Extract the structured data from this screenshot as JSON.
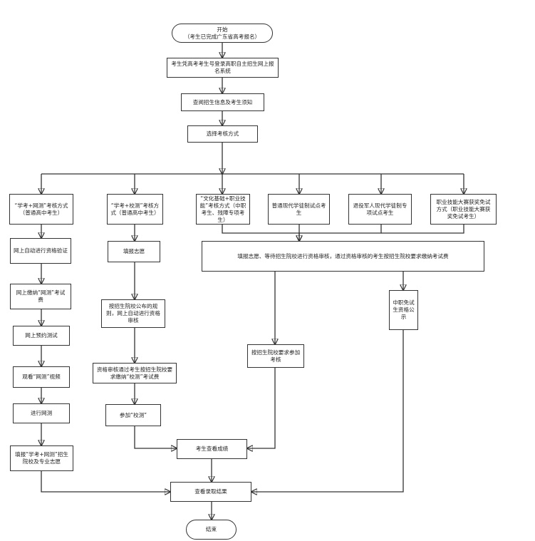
{
  "nodes": [
    {
      "id": "start",
      "label": "开始\n（考生已完成广东省高考报名）"
    },
    {
      "id": "login",
      "label": "考生凭高考考生号登录高职自主招生网上报名系统"
    },
    {
      "id": "info",
      "label": "查阅招生信息及考生须知"
    },
    {
      "id": "choose",
      "label": "选择考核方式"
    },
    {
      "id": "a1",
      "label": "“学考+网测”考核方式（普通高中考生）"
    },
    {
      "id": "b1",
      "label": "“学考+校测”考核方式（普通高中考生）"
    },
    {
      "id": "c1",
      "label": "“文化基础+职业技能”考核方式（中职考生、残障专项考生）"
    },
    {
      "id": "d1",
      "label": "普通现代学徒制试点考生"
    },
    {
      "id": "e1",
      "label": "退役军人现代学徒制专项试点考生"
    },
    {
      "id": "f1",
      "label": "职业技能大赛获奖免试方式（职业技能大赛获奖免试考生）"
    },
    {
      "id": "merge",
      "label": "填报志愿、等待招生院校进行资格审核，通过资格审核的考生按招生院校要求缴纳考试费"
    },
    {
      "id": "a2",
      "label": "网上自动进行资格验证"
    },
    {
      "id": "a3",
      "label": "网上缴纳“网测”考试费"
    },
    {
      "id": "a4",
      "label": "网上预约测试"
    },
    {
      "id": "a5",
      "label": "观看“网测”视频"
    },
    {
      "id": "a6",
      "label": "进行网测"
    },
    {
      "id": "a7",
      "label": "填报“学考+网测”招生院校及专业志愿"
    },
    {
      "id": "b2",
      "label": "填报志愿"
    },
    {
      "id": "b3",
      "label": "按招生院校公布的规则，网上自动进行资格审核"
    },
    {
      "id": "b4",
      "label": "资格审核通过考生按招生院校要求缴纳“校测”考试费"
    },
    {
      "id": "b5",
      "label": "参加“校测”"
    },
    {
      "id": "m2",
      "label": "按招生院校要求参加考核"
    },
    {
      "id": "f2",
      "label": "中职免试生资格公示"
    },
    {
      "id": "score",
      "label": "考生查看成绩"
    },
    {
      "id": "result",
      "label": "查看录取结果"
    },
    {
      "id": "end",
      "label": "结束"
    }
  ]
}
